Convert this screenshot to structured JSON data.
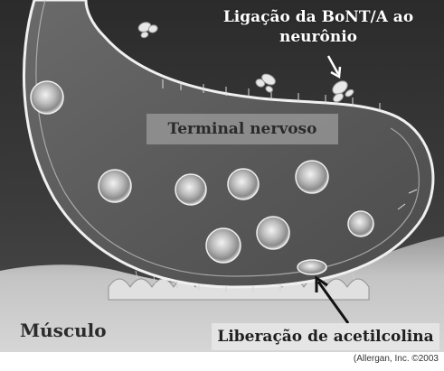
{
  "labels": {
    "bont_line1": "Ligação da BoNT/A ao",
    "bont_line2": "neurônio",
    "terminal": "Terminal nervoso",
    "muscle": "Músculo",
    "acetylcholine": "Liberação de acetilcolina",
    "copyright": "(Allergan, Inc. ©2003"
  },
  "colors": {
    "background_dark": "#2e2e2e",
    "muscle": "#b5b5b5",
    "terminal_fill": "#5a5a5a",
    "terminal_membrane": "#ececec",
    "vesicle": "#d9d9d9"
  }
}
